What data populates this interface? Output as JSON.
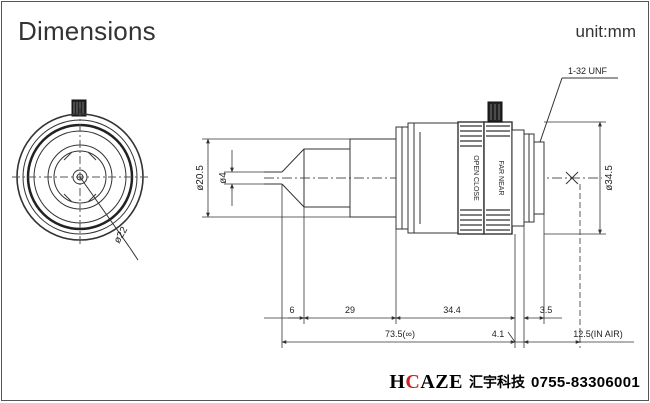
{
  "header": {
    "title": "Dimensions",
    "unit": "unit:mm"
  },
  "labels": {
    "thread": "1-32 UNF",
    "dia_tip": "ø20.5",
    "dia_pin": "ø4",
    "dia_body": "ø34.5",
    "dia_front": "ø22",
    "ring_iris": "OPEN CLOSE",
    "ring_focus": "FAR NEAR"
  },
  "dims": {
    "d1": "6",
    "d2": "29",
    "d3": "34.4",
    "d4": "3.5",
    "d5": "73.5(∞)",
    "d6": "4.1",
    "d7": "12.5(IN AIR)"
  },
  "footer": {
    "brand_pre": "H",
    "brand_mid": "C",
    "brand_post": "AZE",
    "company": "汇宇科技",
    "phone": "0755-83306001"
  }
}
